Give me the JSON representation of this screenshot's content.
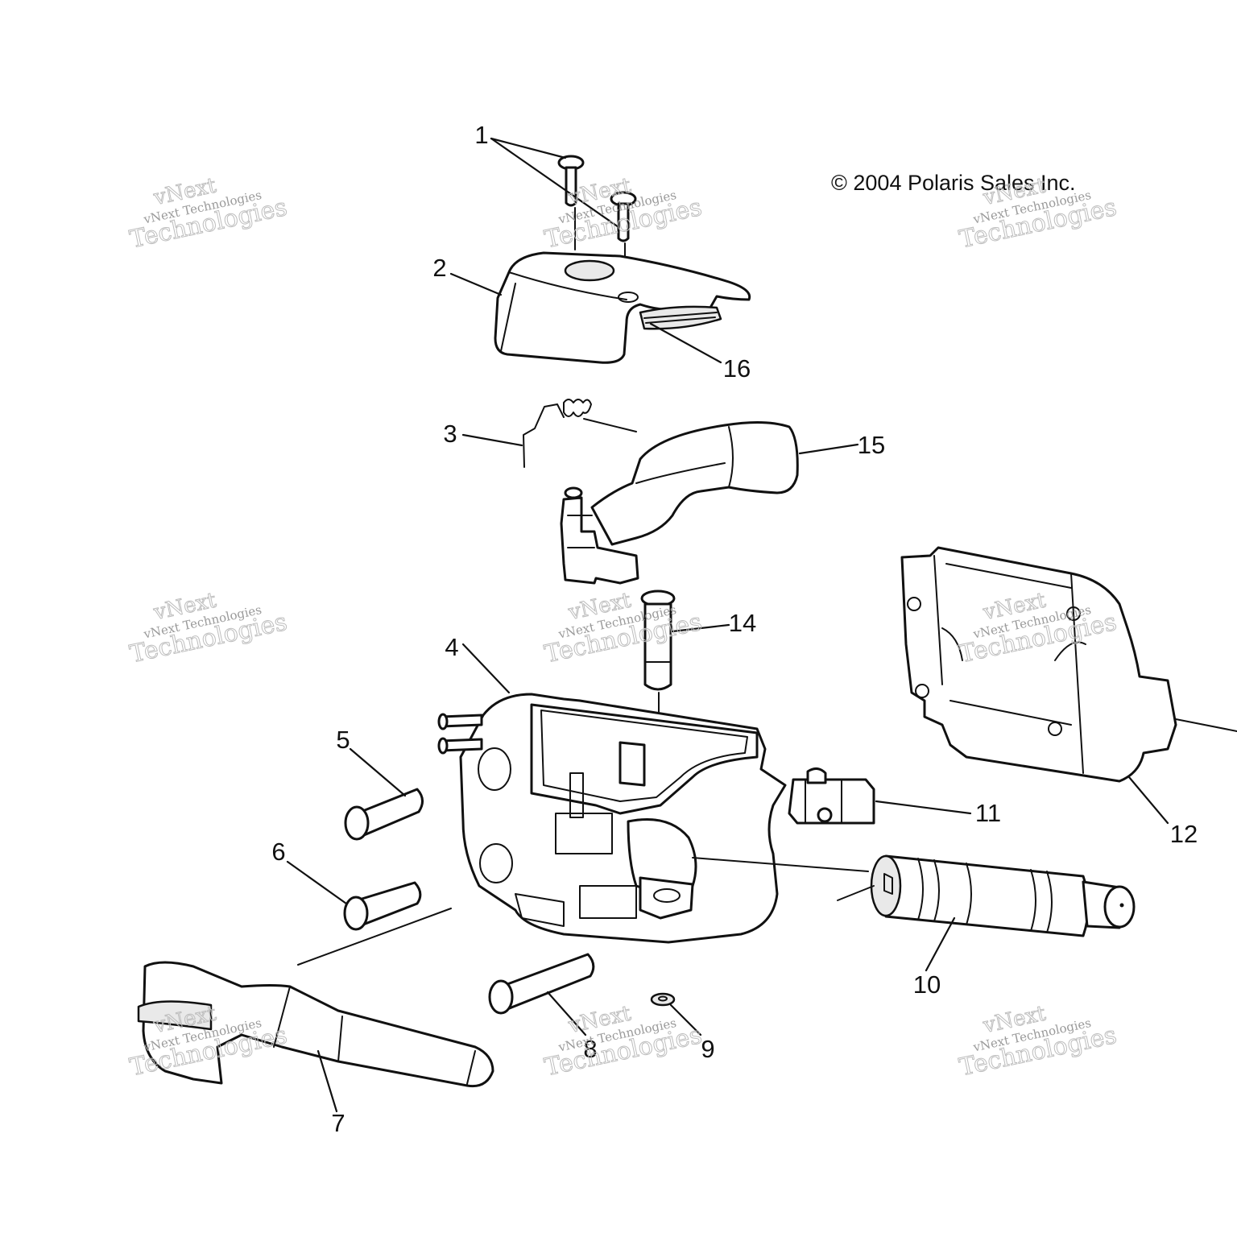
{
  "copyright": "© 2004 Polaris Sales Inc.",
  "watermark": {
    "big1": "vNext",
    "big2": "Technologies",
    "small": "vNext Technologies"
  },
  "callouts": {
    "c1": "1",
    "c2": "2",
    "c3": "3",
    "c4": "4",
    "c5": "5",
    "c6": "6",
    "c7": "7",
    "c8": "8",
    "c9": "9",
    "c10": "10",
    "c11": "11",
    "c12": "12",
    "c14": "14",
    "c15": "15",
    "c16": "16"
  },
  "colors": {
    "line": "#111111",
    "watermark": "#bdbdbd",
    "background": "#ffffff"
  }
}
